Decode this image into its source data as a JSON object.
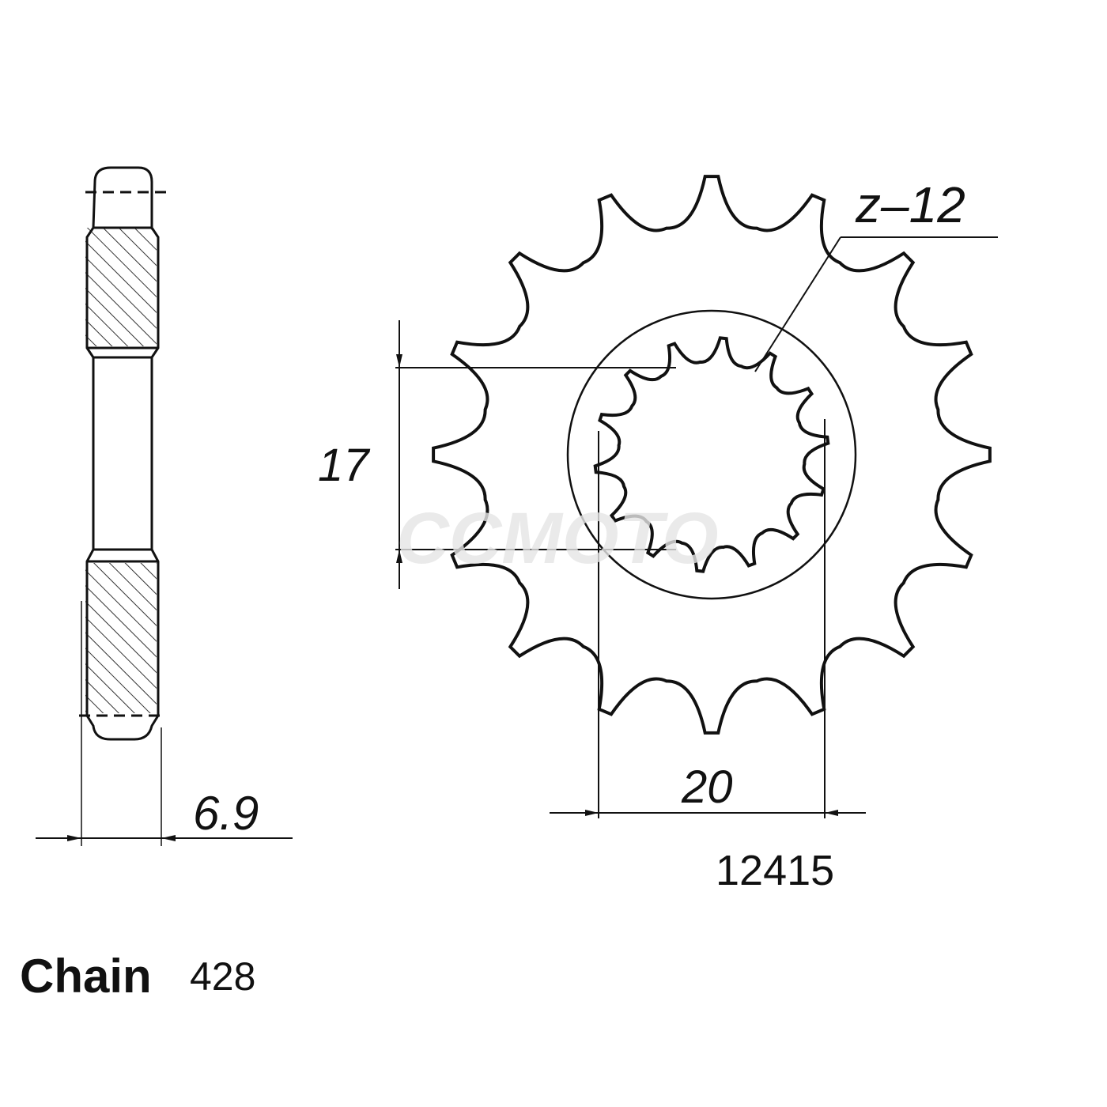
{
  "diagram": {
    "teeth_label": "z–12",
    "dimension_height": "17",
    "dimension_width": "20",
    "dimension_thickness": "6.9",
    "part_number": "12415",
    "chain_label": "Chain",
    "chain_size": "428",
    "watermark": "CCMOTO"
  },
  "colors": {
    "line": "#111111",
    "watermark": "#e6e6e6"
  }
}
